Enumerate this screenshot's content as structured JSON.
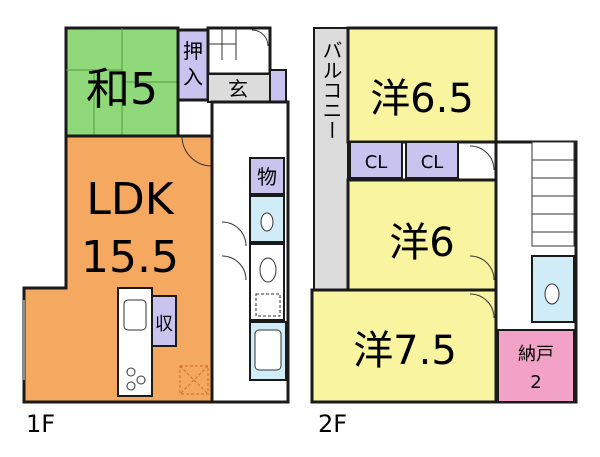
{
  "colors": {
    "washitsu": "#8fd97a",
    "ldk": "#f5a860",
    "youshitsu": "#f8f4a0",
    "closet": "#c9c4ef",
    "storage": "#f2a2c6",
    "wet": "#cfecf7",
    "hall": "#dcdcdc",
    "wall": "#1a1a1a"
  },
  "floor1": {
    "label": "1F",
    "washitsu": "和5",
    "oshiire_line1": "押",
    "oshiire_line2": "入",
    "genkan": "玄",
    "monoire": "物",
    "ldk_line1": "LDK",
    "ldk_line2": "15.5",
    "shuno": "収"
  },
  "floor2": {
    "label": "2F",
    "balcony": "バルコニー",
    "youshitsu_a": "洋6.5",
    "closet_a": "CL",
    "closet_b": "CL",
    "youshitsu_b": "洋6",
    "youshitsu_c": "洋7.5",
    "nando_line1": "納戸",
    "nando_line2": "2"
  }
}
